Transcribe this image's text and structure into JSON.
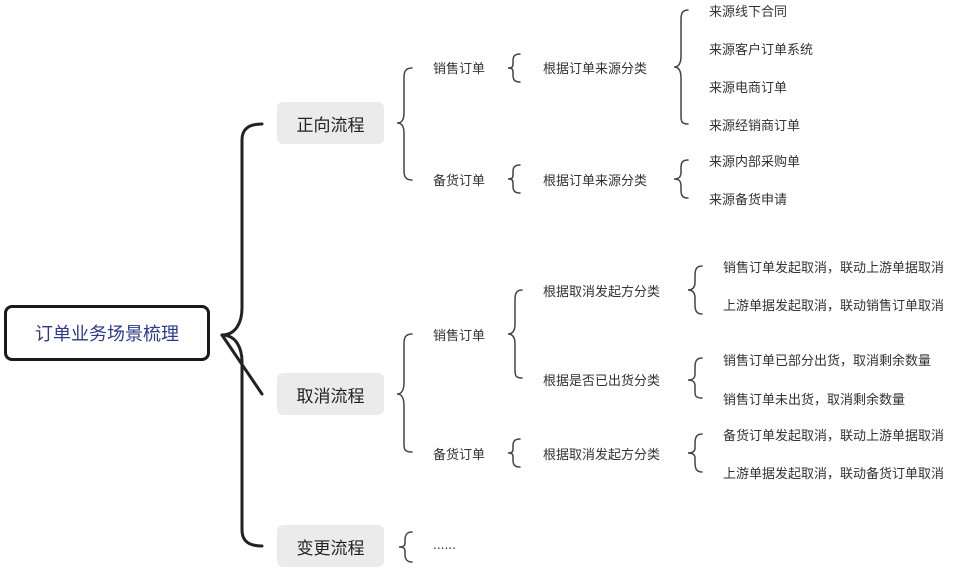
{
  "root": "订单业务场景梳理",
  "branches": [
    {
      "label": "正向流程",
      "children": [
        {
          "label": "销售订单",
          "criterion": "根据订单来源分类",
          "leaves": [
            "来源线下合同",
            "来源客户订单系统",
            "来源电商订单",
            "来源经销商订单"
          ]
        },
        {
          "label": "备货订单",
          "criterion": "根据订单来源分类",
          "leaves": [
            "来源内部采购单",
            "来源备货申请"
          ]
        }
      ]
    },
    {
      "label": "取消流程",
      "children": [
        {
          "label": "销售订单",
          "criteria": [
            {
              "label": "根据取消发起方分类",
              "leaves": [
                "销售订单发起取消，联动上游单据取消",
                "上游单据发起取消，联动销售订单取消"
              ]
            },
            {
              "label": "根据是否已出货分类",
              "leaves": [
                "销售订单已部分出货，取消剩余数量",
                "销售订单未出货，取消剩余数量"
              ]
            }
          ]
        },
        {
          "label": "备货订单",
          "criteria": [
            {
              "label": "根据取消发起方分类",
              "leaves": [
                "备货订单发起取消，联动上游单据取消",
                "上游单据发起取消，联动备货订单取消"
              ]
            }
          ]
        }
      ]
    },
    {
      "label": "变更流程",
      "placeholder": "......"
    }
  ]
}
